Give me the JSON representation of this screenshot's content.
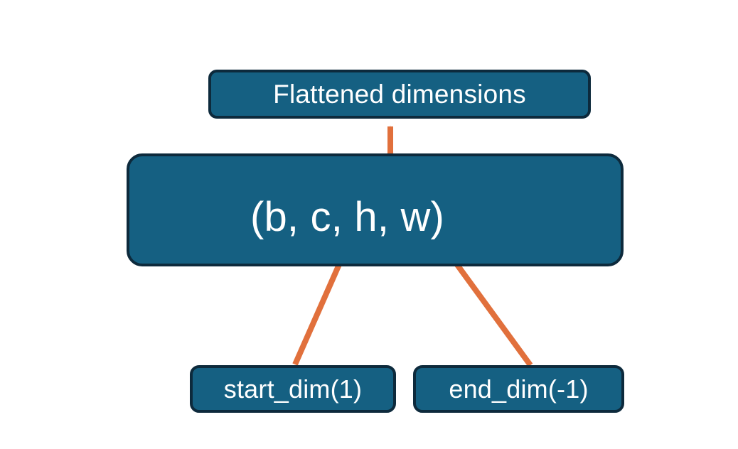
{
  "diagram": {
    "title_node": {
      "label": "Flattened dimensions",
      "name": "flattened-dimensions-box"
    },
    "shape_node": {
      "label": "(b, c, h, w)",
      "name": "tensor-shape-box"
    },
    "param_nodes": [
      {
        "label": "start_dim(1)",
        "name": "start-dim-box"
      },
      {
        "label": "end_dim(-1)",
        "name": "end-dim-box"
      }
    ],
    "connectors": [
      {
        "name": "brace-connector",
        "from": "tensor-shape-box",
        "to": "flattened-dimensions-box",
        "style": "curly-brace"
      },
      {
        "name": "start-dim-arrow",
        "from": "start-dim-box",
        "to": "tensor-shape-box",
        "style": "arrow"
      },
      {
        "name": "end-dim-arrow",
        "from": "end-dim-box",
        "to": "tensor-shape-box",
        "style": "arrow"
      }
    ],
    "colors": {
      "box_fill": "#156082",
      "box_border": "#0d2a3c",
      "box_text": "#ffffff",
      "connector": "#E1703C",
      "background": "#ffffff"
    }
  }
}
